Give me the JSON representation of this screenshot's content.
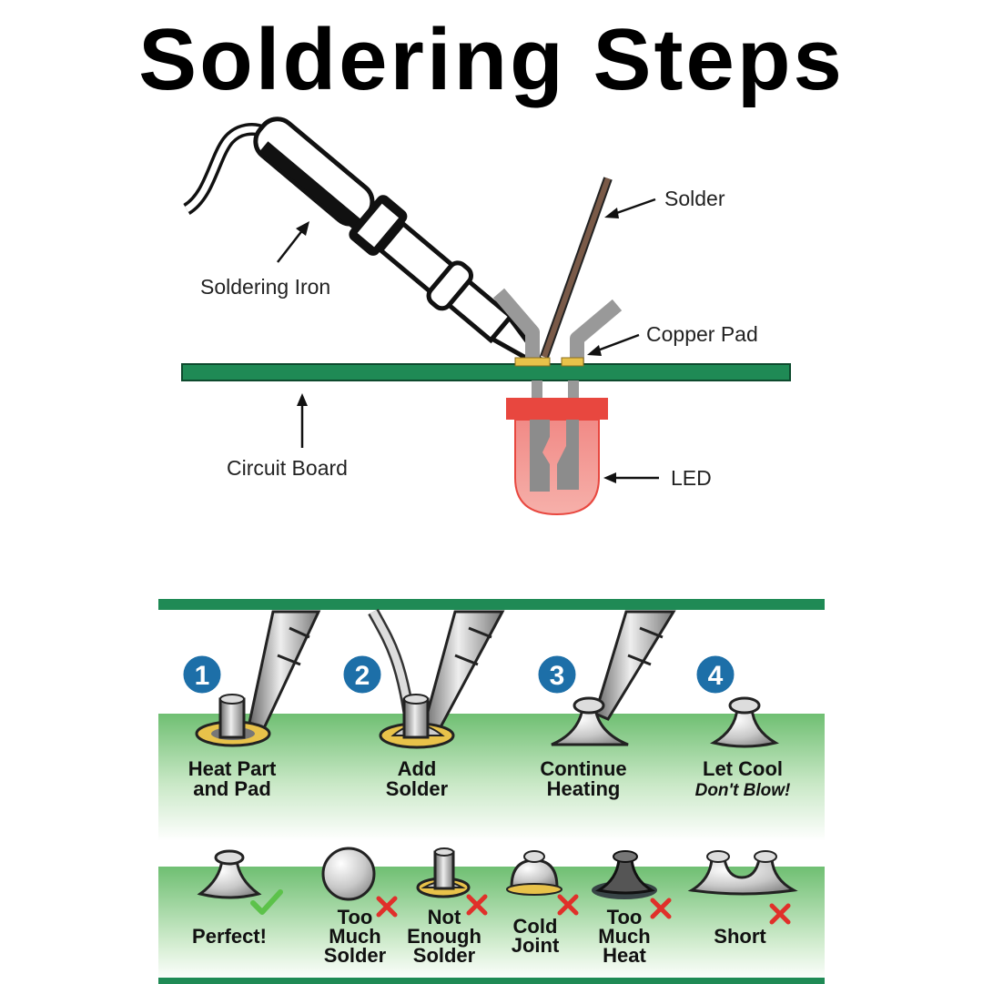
{
  "title": "Soldering Steps",
  "labels": {
    "solder": "Solder",
    "soldering_iron": "Soldering Iron",
    "copper_pad": "Copper Pad",
    "circuit_board": "Circuit Board",
    "led": "LED"
  },
  "steps": [
    {
      "number": "1",
      "line1": "Heat Part",
      "line2": "and Pad"
    },
    {
      "number": "2",
      "line1": "Add",
      "line2": "Solder"
    },
    {
      "number": "3",
      "line1": "Continue",
      "line2": "Heating"
    },
    {
      "number": "4",
      "line1": "Let Cool",
      "line2": "Don't Blow!"
    }
  ],
  "outcomes": [
    {
      "lines": [
        "Perfect!"
      ],
      "status": "good"
    },
    {
      "lines": [
        "Too",
        "Much",
        "Solder"
      ],
      "status": "bad"
    },
    {
      "lines": [
        "Not",
        "Enough",
        "Solder"
      ],
      "status": "bad"
    },
    {
      "lines": [
        "Cold",
        "Joint"
      ],
      "status": "bad"
    },
    {
      "lines": [
        "Too",
        "Much",
        "Heat"
      ],
      "status": "bad"
    },
    {
      "lines": [
        "Short"
      ],
      "status": "bad"
    }
  ],
  "colors": {
    "board_green": "#1f8a55",
    "step_badge": "#1d6fa8",
    "check_green": "#5cc24a",
    "cross_red": "#e0302a",
    "pad_gold": "#e8c24a",
    "led_red": "#e8473f",
    "solder_brown": "#7a5a48"
  },
  "icons": [
    "soldering-iron-icon",
    "check-icon",
    "cross-icon"
  ]
}
